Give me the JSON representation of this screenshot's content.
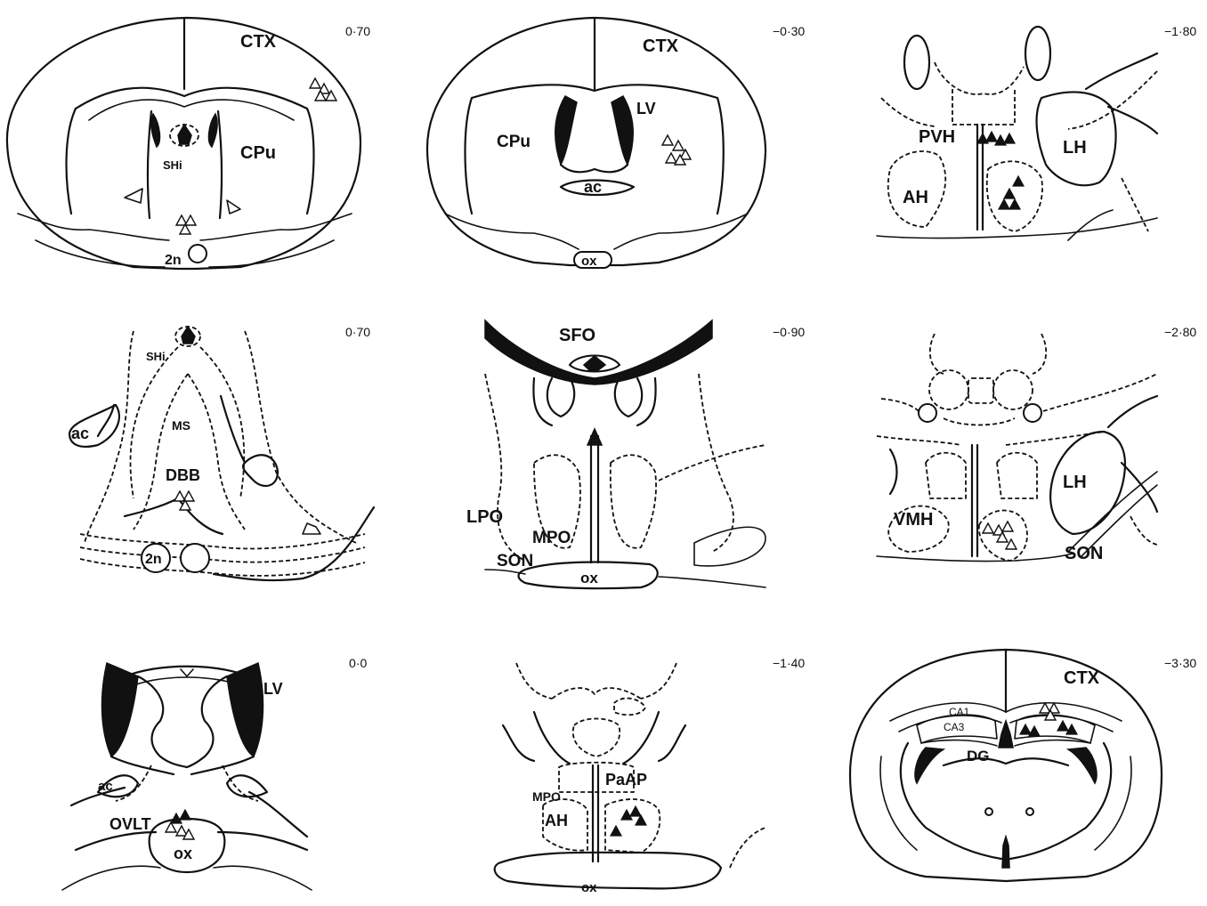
{
  "panels": [
    {
      "coordinate": "0·70",
      "labels": {
        "ctx": "CTX",
        "cpu": "CPu",
        "shi": "SHi",
        "n2": "2n"
      }
    },
    {
      "coordinate": "−0·30",
      "labels": {
        "ctx": "CTX",
        "lv": "LV",
        "cpu": "CPu",
        "ac": "ac",
        "ox": "ox"
      }
    },
    {
      "coordinate": "−1·80",
      "labels": {
        "pvh": "PVH",
        "lh": "LH",
        "ah": "AH"
      }
    },
    {
      "coordinate": "0·70",
      "labels": {
        "shi": "SHi",
        "ms": "MS",
        "ac": "ac",
        "dbb": "DBB",
        "n2": "2n"
      }
    },
    {
      "coordinate": "−0·90",
      "labels": {
        "sfo": "SFO",
        "lpo": "LPO",
        "mpo": "MPO",
        "son": "SON",
        "ox": "ox"
      }
    },
    {
      "coordinate": "−2·80",
      "labels": {
        "lh": "LH",
        "vmh": "VMH",
        "son": "SON"
      }
    },
    {
      "coordinate": "0·0",
      "labels": {
        "lv": "LV",
        "ac": "ac",
        "ovlt": "OVLT",
        "ox": "ox"
      }
    },
    {
      "coordinate": "−1·40",
      "labels": {
        "paap": "PaAP",
        "mpo": "MPO",
        "ah": "AH",
        "ox": "ox"
      }
    },
    {
      "coordinate": "−3·30",
      "labels": {
        "ctx": "CTX",
        "ca1": "CA1",
        "ca3": "CA3",
        "dg": "DG"
      }
    }
  ],
  "colors": {
    "ink": "#111111",
    "background": "#ffffff"
  }
}
